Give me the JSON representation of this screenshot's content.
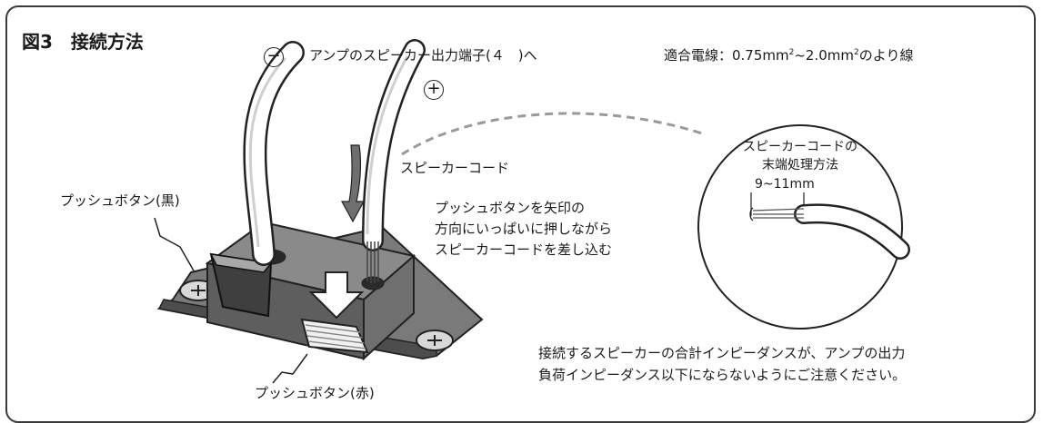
{
  "figure": {
    "title": "図3　接続方法",
    "top_label": "アンプのスピーカー出力端子(４　)へ",
    "wire_spec": {
      "prefix": "適合電線：0.75mm",
      "mid": "~2.0mm",
      "suffix": "のより線",
      "exponent": "2"
    },
    "minus_sign": "−",
    "plus_sign": "+",
    "speaker_cord_label": "スピーカーコード",
    "push_black_label": "プッシュボタン(黒)",
    "push_red_label": "プッシュボタン(赤)",
    "instruction_lines": [
      "プッシュボタンを矢印の",
      "方向にいっぱいに押しながら",
      "スピーカーコードを差し込む"
    ],
    "detail_title_lines": [
      "スピーカーコードの",
      "末端処理方法"
    ],
    "strip_length": "9~11mm",
    "notice_lines": [
      "接続するスピーカーの合計インピーダンスが、アンプの出力",
      "負荷インピーダンス以下にならないようにご注意ください。"
    ]
  }
}
